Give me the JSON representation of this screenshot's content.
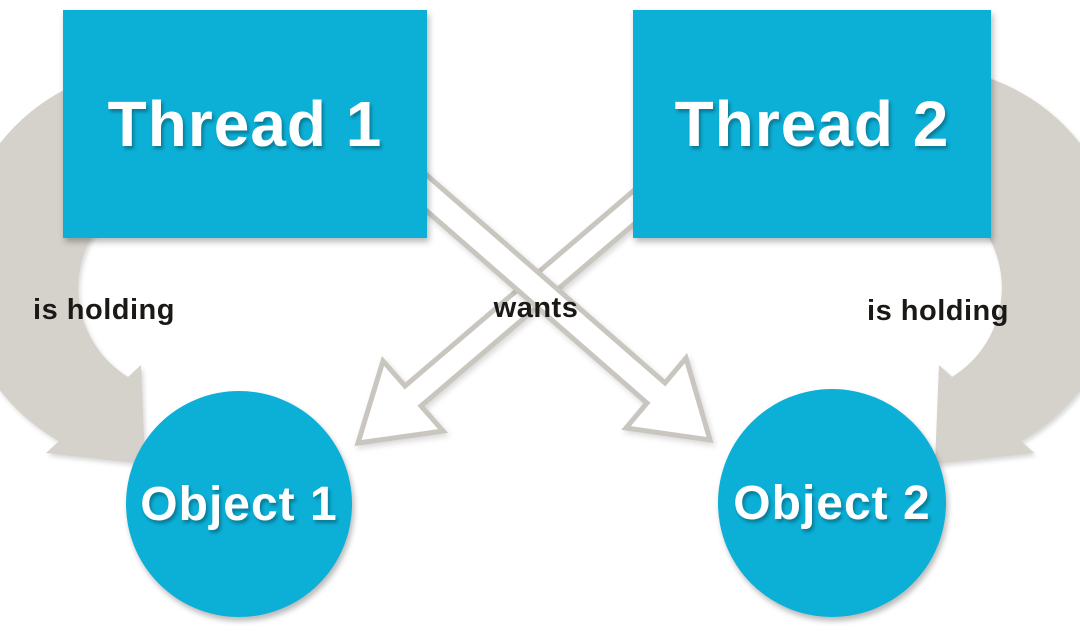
{
  "diagram": {
    "type": "deadlock-diagram",
    "nodes": {
      "thread1": {
        "label": "Thread 1",
        "shape": "rectangle"
      },
      "thread2": {
        "label": "Thread 2",
        "shape": "rectangle"
      },
      "object1": {
        "label": "Object 1",
        "shape": "circle"
      },
      "object2": {
        "label": "Object 2",
        "shape": "circle"
      }
    },
    "edge_labels": {
      "left_holding": "is holding",
      "center_wants": "wants",
      "right_holding": "is holding"
    },
    "relations": [
      {
        "from": "Thread 1",
        "relation": "is holding",
        "to": "Object 1",
        "arrow_style": "gray-curved"
      },
      {
        "from": "Thread 2",
        "relation": "is holding",
        "to": "Object 2",
        "arrow_style": "gray-curved"
      },
      {
        "from": "Thread 1",
        "relation": "wants",
        "to": "Object 2",
        "arrow_style": "white-outlined-straight"
      },
      {
        "from": "Thread 2",
        "relation": "wants",
        "to": "Object 1",
        "arrow_style": "white-outlined-straight"
      }
    ],
    "colors": {
      "node_fill": "#0cafd6",
      "node_text": "#ffffff",
      "holding_arrow_fill": "#d5d1cb",
      "wants_arrow_fill": "#ffffff",
      "wants_arrow_stroke": "#c9c6c0",
      "label_text": "#1b1916",
      "background": "#ffffff"
    }
  }
}
